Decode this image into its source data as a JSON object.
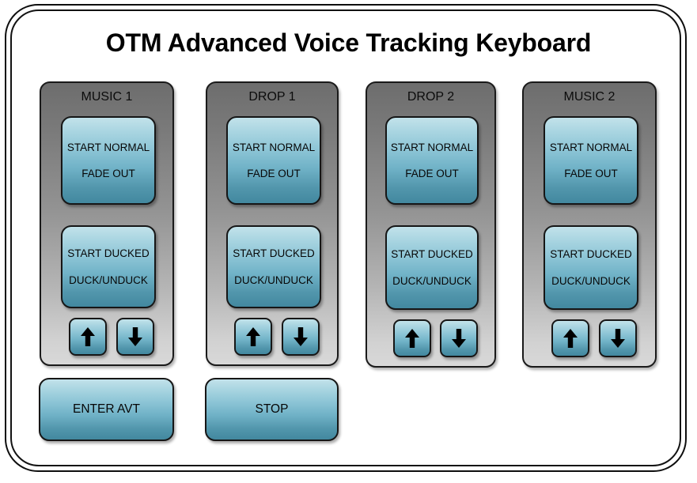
{
  "app": {
    "title": "OTM Advanced Voice Tracking Keyboard"
  },
  "colors": {
    "panel_top": "#6d6d6d",
    "panel_bottom": "#d8d8d8",
    "key_top": "#c2e2ea",
    "key_bottom": "#42889f",
    "outline": "#161616",
    "text": "#070707",
    "background": "#ffffff"
  },
  "channels": [
    {
      "id": "music-1",
      "title": "MUSIC 1",
      "normal_key": {
        "line1": "START NORMAL",
        "line2": "FADE OUT"
      },
      "ducked_key": {
        "line1": "START DUCKED",
        "line2": "DUCK/UNDUCK"
      },
      "up_icon": "arrow-up-icon",
      "down_icon": "arrow-down-icon"
    },
    {
      "id": "drop-1",
      "title": "DROP 1",
      "normal_key": {
        "line1": "START NORMAL",
        "line2": "FADE OUT"
      },
      "ducked_key": {
        "line1": "START DUCKED",
        "line2": "DUCK/UNDUCK"
      },
      "up_icon": "arrow-up-icon",
      "down_icon": "arrow-down-icon"
    },
    {
      "id": "drop-2",
      "title": "DROP 2",
      "normal_key": {
        "line1": "START NORMAL",
        "line2": "FADE OUT"
      },
      "ducked_key": {
        "line1": "START DUCKED",
        "line2": "DUCK/UNDUCK"
      },
      "up_icon": "arrow-up-icon",
      "down_icon": "arrow-down-icon"
    },
    {
      "id": "music-2",
      "title": "MUSIC 2",
      "normal_key": {
        "line1": "START NORMAL",
        "line2": "FADE OUT"
      },
      "ducked_key": {
        "line1": "START DUCKED",
        "line2": "DUCK/UNDUCK"
      },
      "up_icon": "arrow-up-icon",
      "down_icon": "arrow-down-icon"
    }
  ],
  "actions": {
    "enter_avt": "ENTER AVT",
    "stop": "STOP"
  }
}
